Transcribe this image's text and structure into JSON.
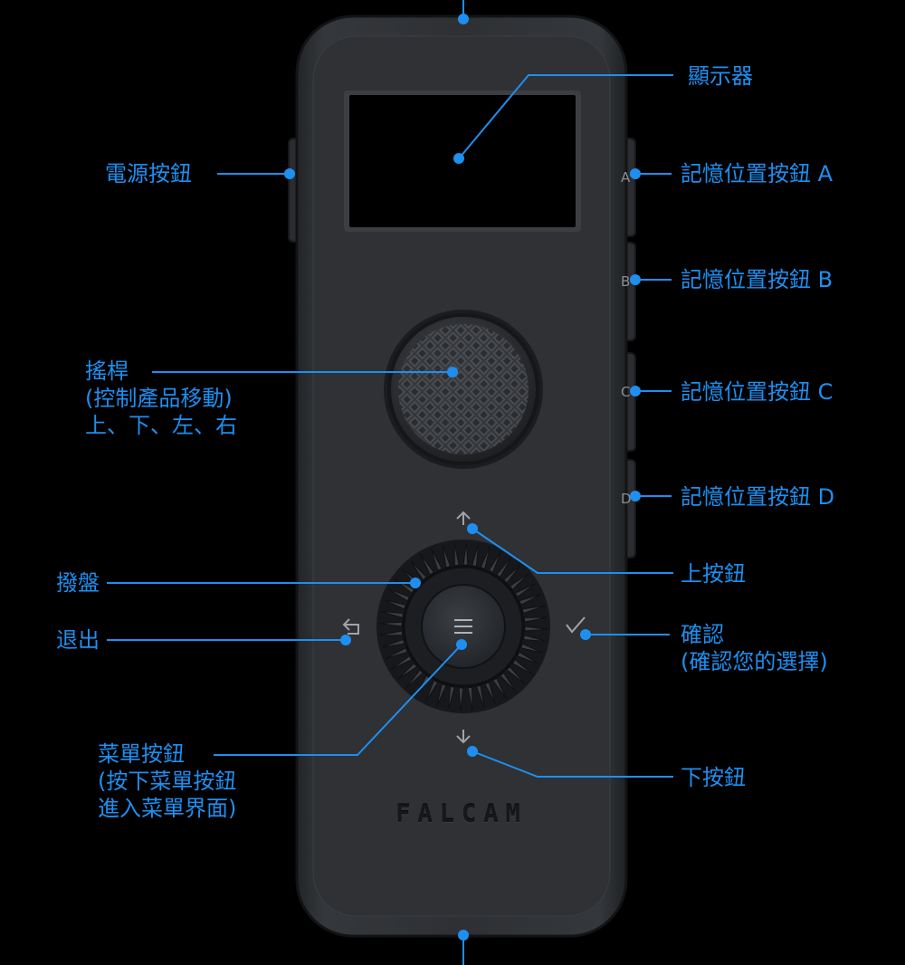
{
  "brand": "FALCAM",
  "colors": {
    "accent": "#1e8ff0",
    "body": "#2d2f33",
    "background": "#000000"
  },
  "callouts": {
    "display": "顯示器",
    "power": "電源按鈕",
    "mem_a": "記憶位置按鈕 A",
    "mem_b": "記憶位置按鈕 B",
    "mem_c": "記憶位置按鈕 C",
    "mem_d": "記憶位置按鈕 D",
    "joystick": [
      "搖桿",
      "(控制產品移動)",
      "上、下、左、右"
    ],
    "dial": "撥盤",
    "back": "退出",
    "up": "上按鈕",
    "confirm": [
      "確認",
      "(確認您的選擇)"
    ],
    "menu": [
      "菜單按鈕",
      "(按下菜單按鈕",
      "進入菜單界面)"
    ],
    "down": "下按鈕"
  },
  "side_keys": {
    "a": "A",
    "b": "B",
    "c": "C",
    "d": "D"
  }
}
